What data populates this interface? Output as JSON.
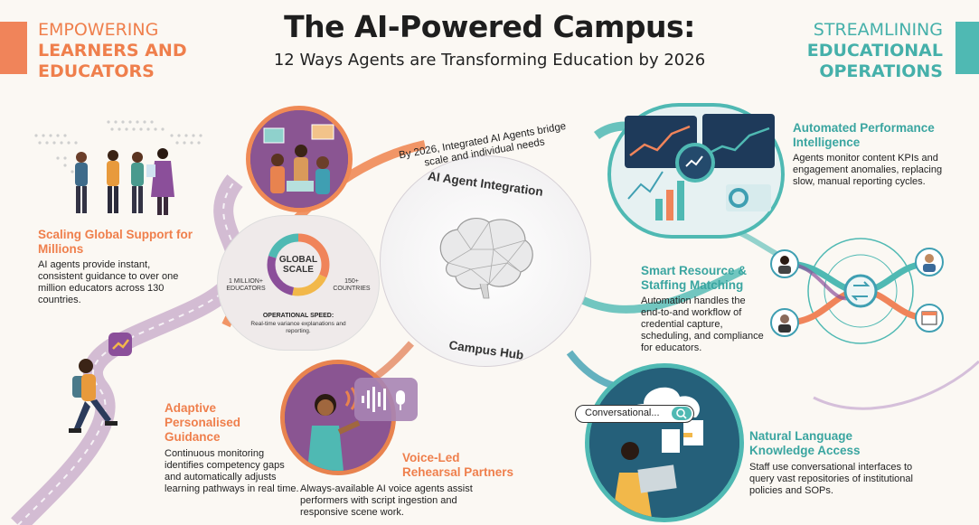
{
  "header": {
    "title": "The AI-Powered Campus:",
    "subtitle": "12 Ways Agents are Transforming Education by 2026"
  },
  "left_section": {
    "line1": "EMPOWERING",
    "line2": "LEARNERS AND",
    "line3": "EDUCATORS"
  },
  "right_section": {
    "line1": "STREAMLINING",
    "line2": "EDUCATIONAL",
    "line3": "OPERATIONS"
  },
  "hub": {
    "arc_text": "By 2026, Integrated AI Agents bridge scale and individual needs",
    "top_label": "AI Agent Integration",
    "bottom_label": "Campus Hub"
  },
  "global_scale": {
    "center": "GLOBAL SCALE",
    "left_stat": "1 MILLION+ EDUCATORS",
    "right_stat": "150+ COUNTRIES",
    "speed_title": "OPERATIONAL SPEED:",
    "speed_text": "Real-time variance explanations and reporting."
  },
  "features": {
    "scaling": {
      "title": "Scaling Global Support for Millions",
      "text": "AI agents provide instant, consistent guidance to over one million educators across 130 countries."
    },
    "adaptive": {
      "title": "Adaptive Personalised Guidance",
      "text": "Continuous monitoring identifies competency gaps and automatically adjusts learning pathways in real time."
    },
    "voice": {
      "title": "Voice-Led Rehearsal Partners",
      "text": "Always-available AI voice agents assist performers with script ingestion and responsive scene work."
    },
    "performance": {
      "title": "Automated Performance Intelligence",
      "text": "Agents monitor content KPIs and engagement anomalies, replacing slow, manual reporting cycles."
    },
    "resource": {
      "title": "Smart Resource & Staffing Matching",
      "text": "Automation handles the end-to-and workflow of credential capture, scheduling, and compliance for educators."
    },
    "knowledge": {
      "title": "Natural Language Knowledge Access",
      "text": "Staff use conversational interfaces to query vast repositories of institutional policies and SOPs."
    }
  },
  "search": {
    "value": "Conversational..."
  },
  "colors": {
    "orange": "#ef7f4c",
    "teal": "#4fb9b3",
    "purple": "#7b4a8c"
  }
}
